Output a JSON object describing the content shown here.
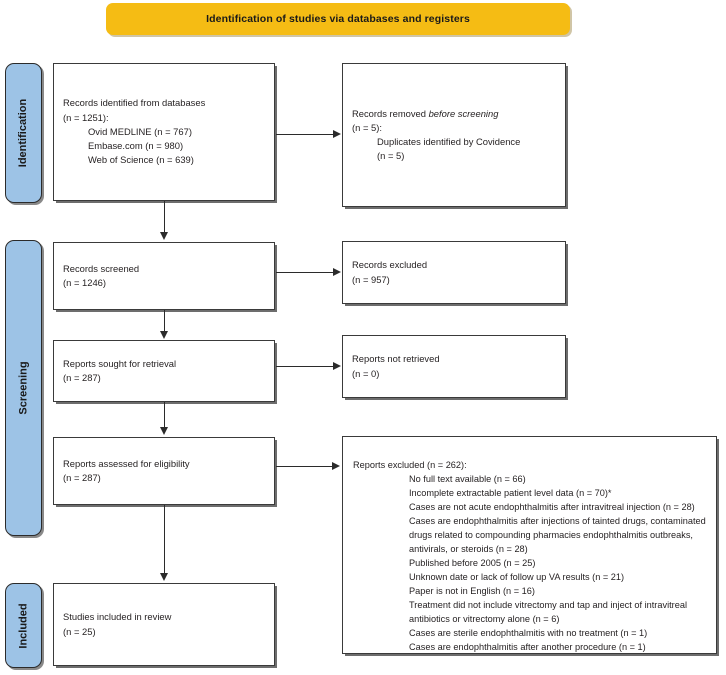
{
  "banner": {
    "title": "Identification of studies via databases and registers"
  },
  "stages": [
    {
      "id": "identification",
      "label": "Identification"
    },
    {
      "id": "screening",
      "label": "Screening"
    },
    {
      "id": "included",
      "label": "Included"
    }
  ],
  "boxes": {
    "records_identified": {
      "line1": "Records identified from databases",
      "line2": "(n = 1251):",
      "sources": [
        "Ovid MEDLINE (n = 767)",
        "Embase.com (n = 980)",
        "Web of Science (n = 639)"
      ]
    },
    "records_removed": {
      "line1_a": "Records removed ",
      "line1_b": "before screening",
      "line2": "(n = 5):",
      "detail1": "Duplicates identified by Covidence",
      "detail2": "(n = 5)"
    },
    "records_screened": {
      "line1": "Records screened",
      "line2": "(n = 1246)"
    },
    "records_excluded": {
      "line1": "Records excluded",
      "line2": "(n = 957)"
    },
    "reports_sought": {
      "line1": "Reports sought for retrieval",
      "line2": "(n = 287)"
    },
    "reports_not_retrieved": {
      "line1": "Reports not retrieved",
      "line2": "(n = 0)"
    },
    "reports_assessed": {
      "line1": "Reports assessed for eligibility",
      "line2": "(n = 287)"
    },
    "reports_excluded": {
      "heading": "Reports excluded (n = 262):",
      "reasons": [
        "No full text available (n = 66)",
        "Incomplete extractable patient level data (n = 70)*",
        "Cases are not acute endophthalmitis after intravitreal injection (n = 28)",
        "Cases are endophthalmitis after injections of tainted drugs, contaminated drugs related to compounding pharmacies endophthalmitis outbreaks, antivirals, or steroids (n = 28)",
        "Published before 2005 (n = 25)",
        "Unknown date or lack of follow up VA results (n = 21)",
        "Paper is not in English (n = 16)",
        "Treatment did not include vitrectomy and tap and inject of intravitreal antibiotics or vitrectomy alone (n = 6)",
        "Cases are sterile endophthalmitis with no treatment (n = 1)",
        "Cases are endophthalmitis after another procedure (n = 1)"
      ]
    },
    "studies_included": {
      "line1": "Studies included in review",
      "line2": "(n = 25)"
    }
  },
  "colors": {
    "banner": "#f5bc14",
    "stage_label": "#9dc3e6",
    "box_border": "#3a3a3a",
    "text": "#231f20"
  }
}
